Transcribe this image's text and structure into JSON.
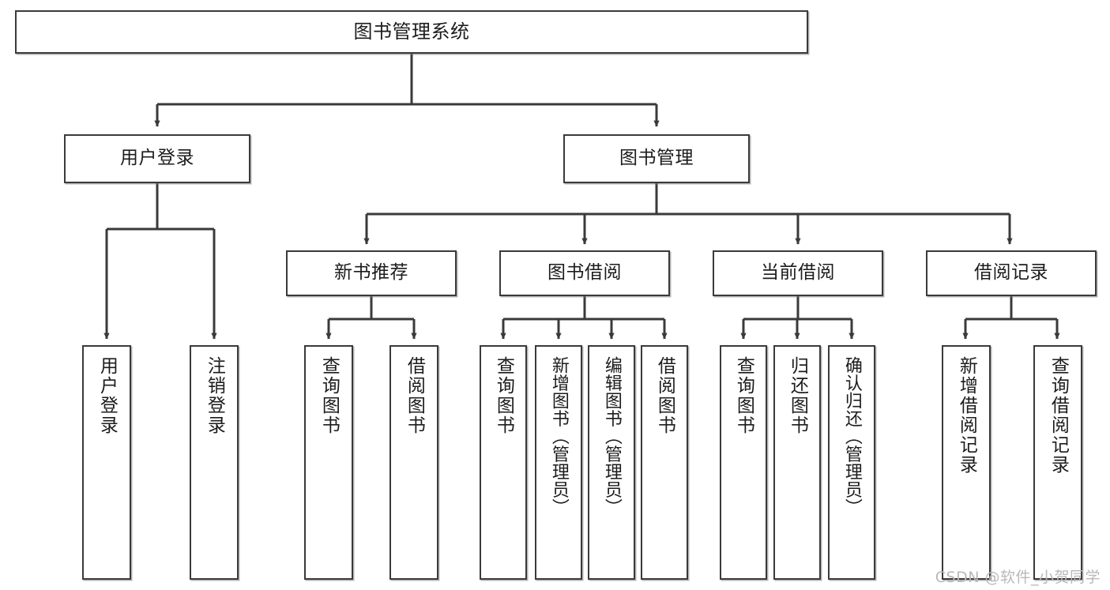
{
  "diagram": {
    "type": "tree",
    "title": "图书管理系统",
    "watermark": "CSDN @软件_小贺同学",
    "colors": {
      "box_border": "#3a3a3a",
      "box_fill": "#ffffff",
      "edge": "#3a3a3a",
      "text": "#1c1c1c",
      "watermark": "#b9b9b9",
      "background": "#ffffff"
    },
    "nodes": {
      "root": {
        "label": "图书管理系统"
      },
      "level2": [
        {
          "id": "user-login",
          "label": "用户登录"
        },
        {
          "id": "book-management",
          "label": "图书管理"
        }
      ],
      "level3": [
        {
          "id": "new-book-recommend",
          "label": "新书推荐"
        },
        {
          "id": "book-borrow",
          "label": "图书借阅"
        },
        {
          "id": "current-borrow",
          "label": "当前借阅"
        },
        {
          "id": "borrow-record",
          "label": "借阅记录"
        }
      ],
      "leaves": {
        "user-login": [
          {
            "id": "leaf-user-login",
            "label": "用户登录"
          },
          {
            "id": "leaf-logout-login",
            "label": "注销登录"
          }
        ],
        "new-book-recommend": [
          {
            "id": "leaf-query-book-1",
            "label": "查询图书"
          },
          {
            "id": "leaf-borrow-book-1",
            "label": "借阅图书"
          }
        ],
        "book-borrow": [
          {
            "id": "leaf-query-book-2",
            "label": "查询图书"
          },
          {
            "id": "leaf-add-book",
            "label": "新增图书（管理员）"
          },
          {
            "id": "leaf-edit-book",
            "label": "编辑图书（管理员）"
          },
          {
            "id": "leaf-borrow-book-2",
            "label": "借阅图书"
          }
        ],
        "current-borrow": [
          {
            "id": "leaf-query-book-3",
            "label": "查询图书"
          },
          {
            "id": "leaf-return-book",
            "label": "归还图书"
          },
          {
            "id": "leaf-confirm-return",
            "label": "确认归还（管理员）"
          }
        ],
        "borrow-record": [
          {
            "id": "leaf-add-record",
            "label": "新增借阅记录"
          },
          {
            "id": "leaf-query-record",
            "label": "查询借阅记录"
          }
        ]
      }
    }
  }
}
